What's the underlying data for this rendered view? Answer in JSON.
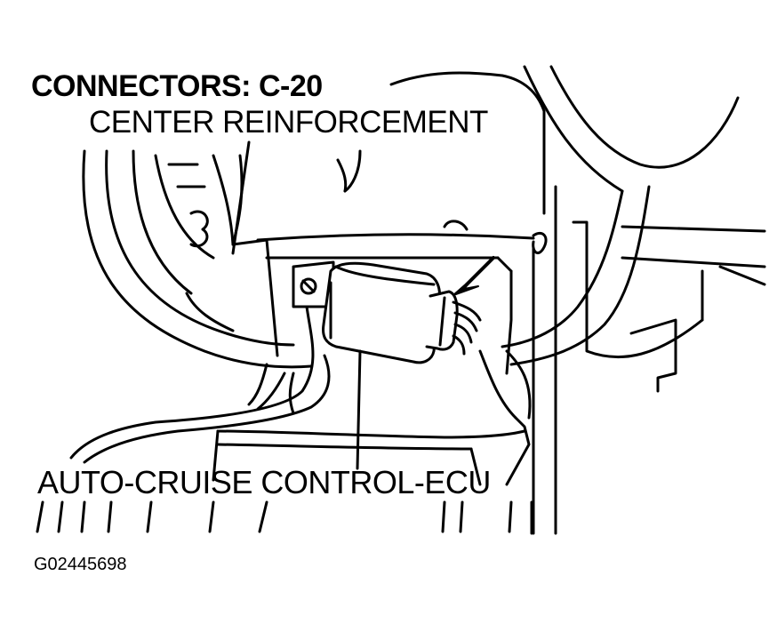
{
  "diagram": {
    "title": "CONNECTORS: C-20",
    "callouts": {
      "center_reinforcement": "CENTER REINFORCEMENT",
      "auto_cruise_ecu": "AUTO-CRUISE CONTROL-ECU"
    },
    "figure_id": "G02445698",
    "colors": {
      "ink": "#000000",
      "paper": "#ffffff"
    }
  }
}
